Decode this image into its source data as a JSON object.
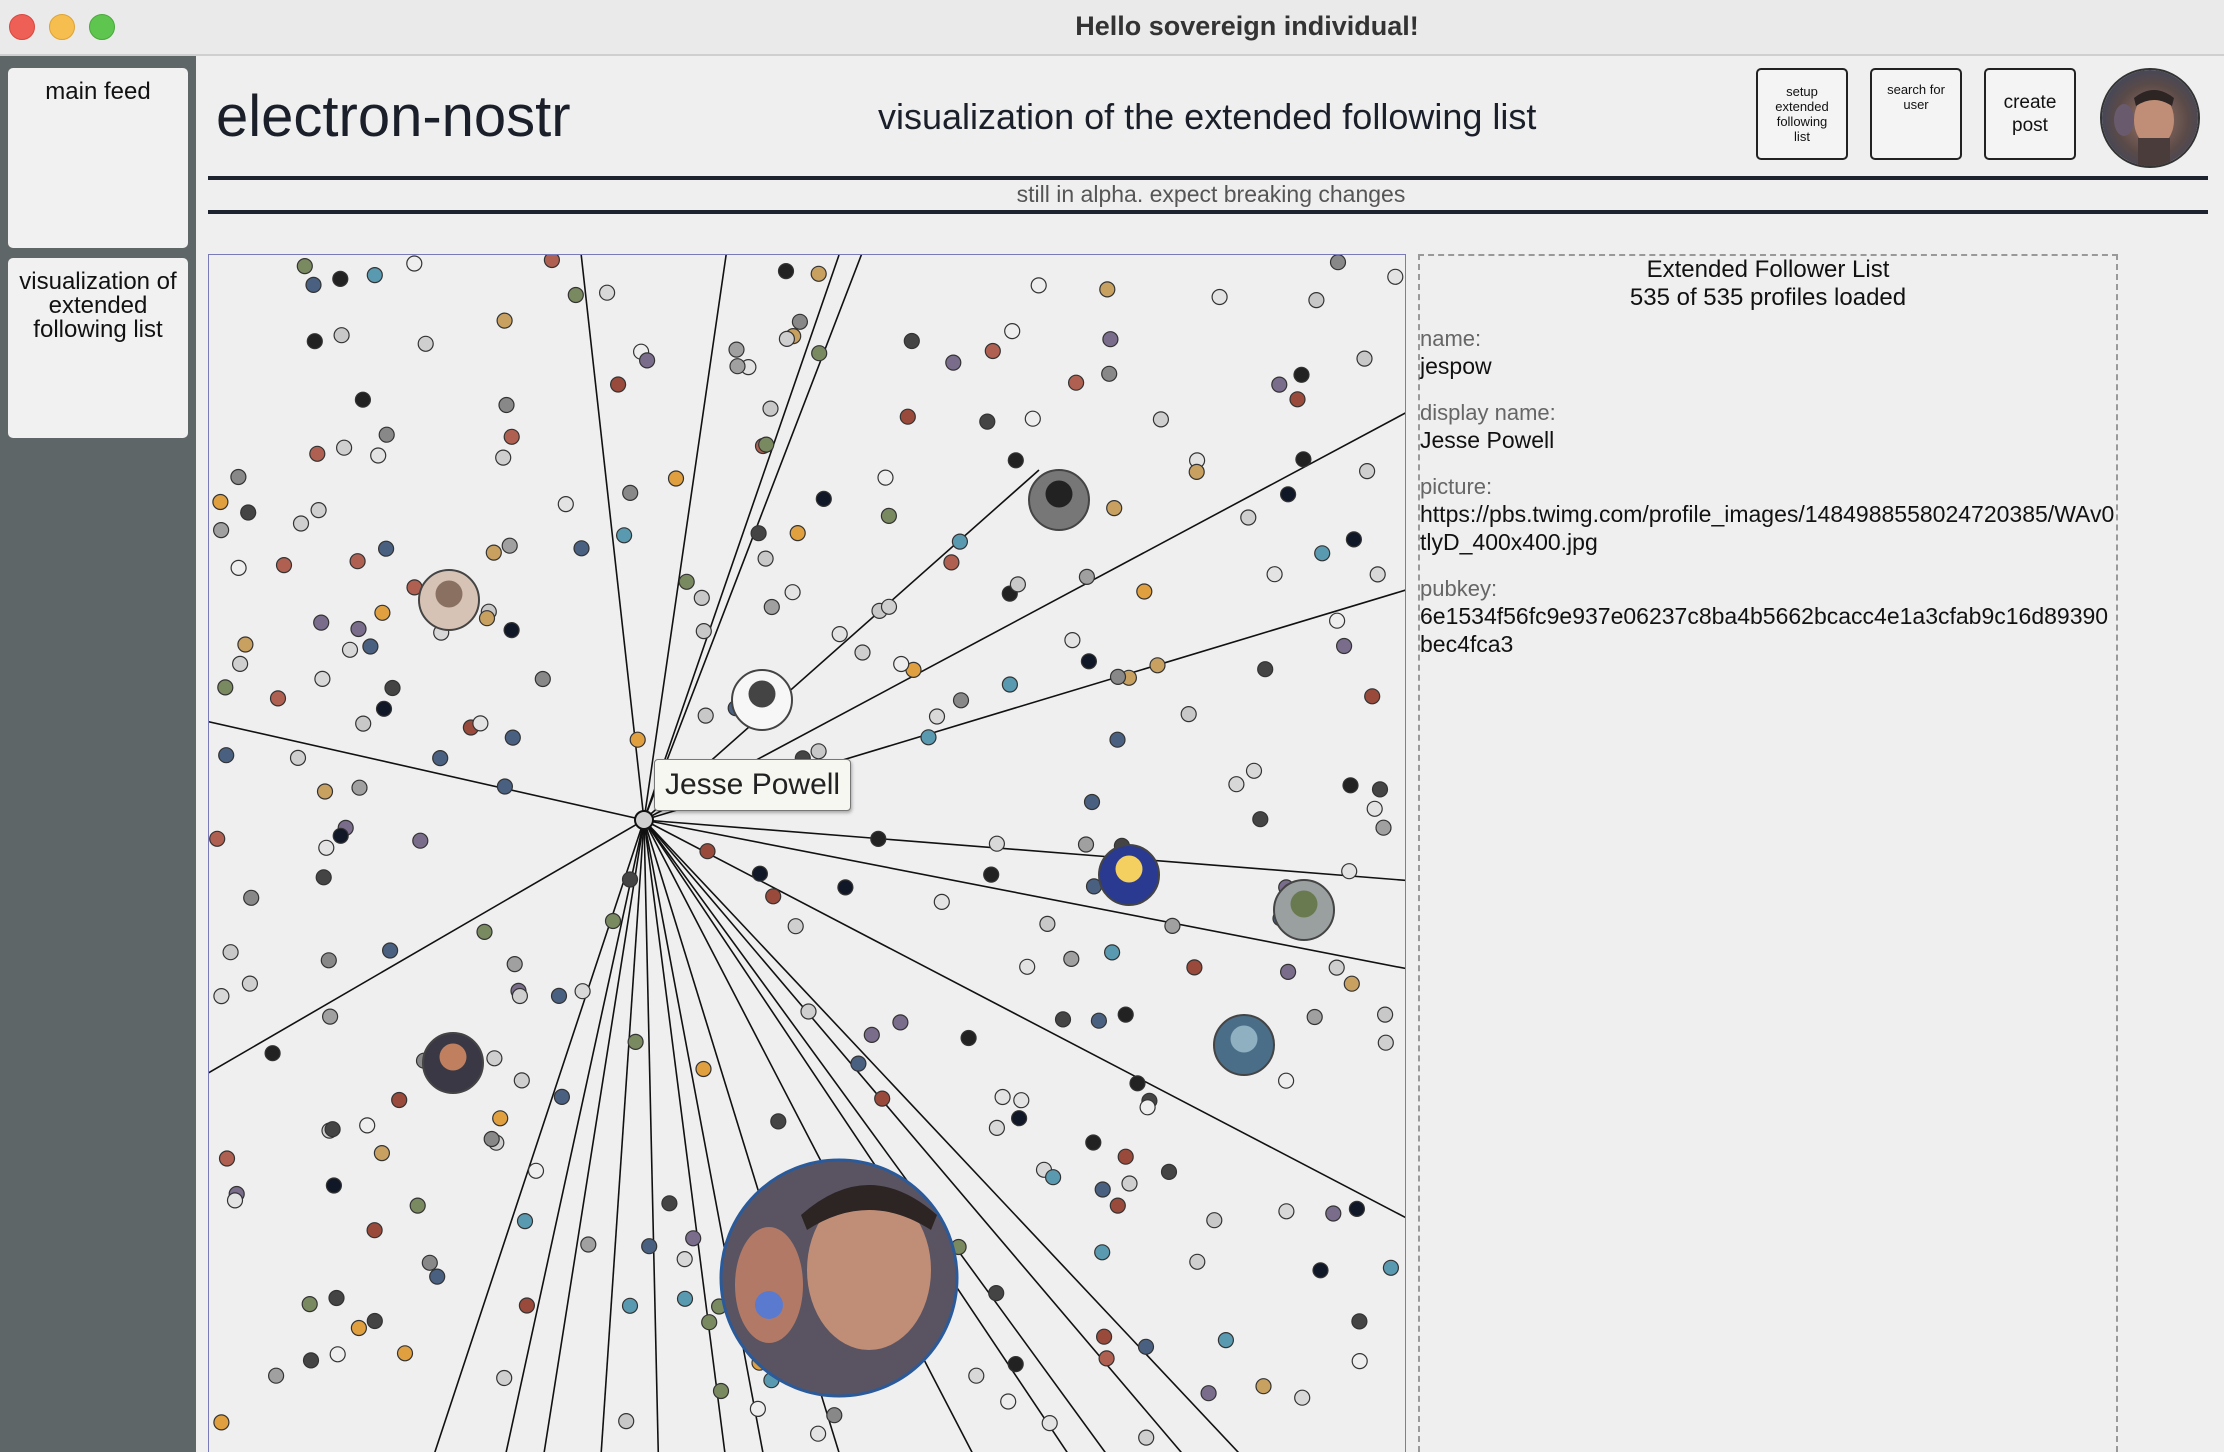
{
  "window": {
    "title": "Hello sovereign individual!"
  },
  "sidebar": {
    "items": [
      {
        "label": "main feed"
      },
      {
        "label": "visualization of extended following list"
      }
    ]
  },
  "header": {
    "brand": "electron-nostr",
    "page_title": "visualization of the extended following list",
    "buttons": {
      "setup": "setup extended following list",
      "search": "search for user",
      "create": "create post"
    },
    "notice": "still in alpha. expect breaking changes"
  },
  "graph": {
    "hover_label": "Jesse Powell"
  },
  "panel": {
    "title": "Extended Follower List",
    "loaded_count": "535",
    "total_count": "535",
    "loaded_text": "of",
    "loaded_suffix": "profiles loaded",
    "name_label": "name:",
    "name": "jespow",
    "display_name_label": "display name:",
    "display_name": "Jesse Powell",
    "picture_label": "picture:",
    "picture": "https://pbs.twimg.com/profile_images/1484988558024720385/WAv0tlyD_400x400.jpg",
    "pubkey_label": "pubkey:",
    "pubkey": "6e1534f56fc9e937e06237c8ba4b5662bcacc4e1a3cfab9c16d89390bec4fca3"
  }
}
